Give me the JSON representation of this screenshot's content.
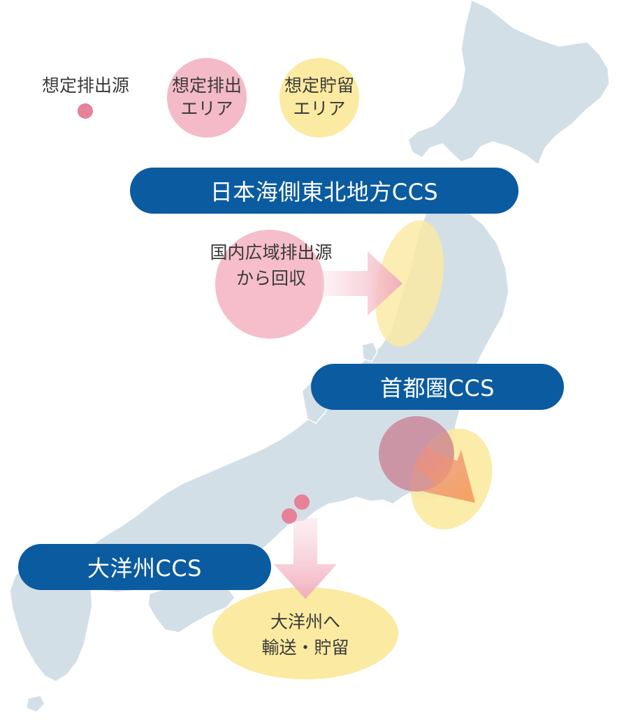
{
  "colors": {
    "land": "#d3dfe7",
    "pill": "#0b5ba0",
    "emission_point": "#e68197",
    "emission_area": "#f3b3c1",
    "storage_area": "#fbeaa1",
    "arrow": "#f2b0be",
    "arrow_orange": "#f29a55",
    "text": "#3a3a3a"
  },
  "legend": {
    "point_label": "想定排出源",
    "emission_area_label": [
      "想定排出",
      "エリア"
    ],
    "storage_area_label": [
      "想定貯留",
      "エリア"
    ]
  },
  "projects": {
    "tohoku": "日本海側東北地方CCS",
    "shutoken": "首都圏CCS",
    "taiyoshu": "大洋州CCS"
  },
  "notes": {
    "domestic_source": [
      "国内広域排出源",
      "から回収"
    ],
    "oceania_transport": [
      "大洋州へ",
      "輸送・貯留"
    ]
  },
  "icons": {
    "emission_point": "pink-dot-icon",
    "arrow": "transport-arrow-icon"
  }
}
